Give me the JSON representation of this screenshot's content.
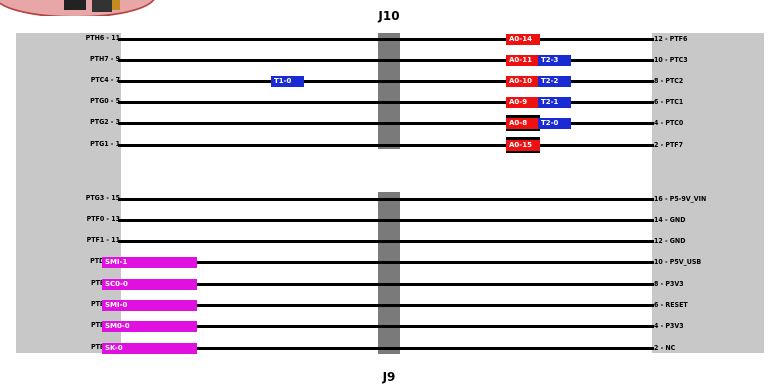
{
  "connectors": {
    "top": {
      "name": "J10",
      "left_pins": [
        "PTH6 - 11",
        "PTH7 - 9",
        "PTC4 - 7",
        "PTG0 - 5",
        "PTG2 - 3",
        "PTG1 - 1"
      ],
      "right_pins": [
        "12 - PTF6",
        "10 - PTC3",
        "8 - PTC2",
        "6 - PTC1",
        "4 - PTC0",
        "2 - PTF7"
      ]
    },
    "bottom": {
      "name": "J9",
      "left_pins": [
        "PTG3 - 15",
        "PTF0 - 13",
        "PTF1 - 11",
        "PTD2 - 9",
        "PTE3 - 7",
        "PTE2 - 5",
        "PTE1 - 3",
        "PTE0 - 1"
      ],
      "right_pins": [
        "16 - P5-9V_VIN",
        "14 - GND",
        "12 - GND",
        "10 - P5V_USB",
        "8 - P3V3",
        "6 - RESET",
        "4 - P3V3",
        "2 - NC"
      ]
    }
  },
  "function_tags": {
    "red_column": [
      "A0-14",
      "A0-11",
      "A0-10",
      "A0-9",
      "A0-8",
      "A0-15"
    ],
    "blue_right_column": [
      "T2-3",
      "T2-2",
      "T2-1",
      "T2-0"
    ],
    "blue_left": [
      "T1-0"
    ],
    "magenta_column": [
      "SMI-1",
      "SC0-0",
      "SMI-0",
      "SM0-0",
      "SK-0"
    ]
  },
  "colors": {
    "side_panel": "#c8c8c8",
    "connector_body": "#7a7a7a",
    "analog_tag": "#ee1111",
    "timer_tag": "#1a2bd4",
    "serial_tag": "#e010e0",
    "wire": "#000000"
  }
}
